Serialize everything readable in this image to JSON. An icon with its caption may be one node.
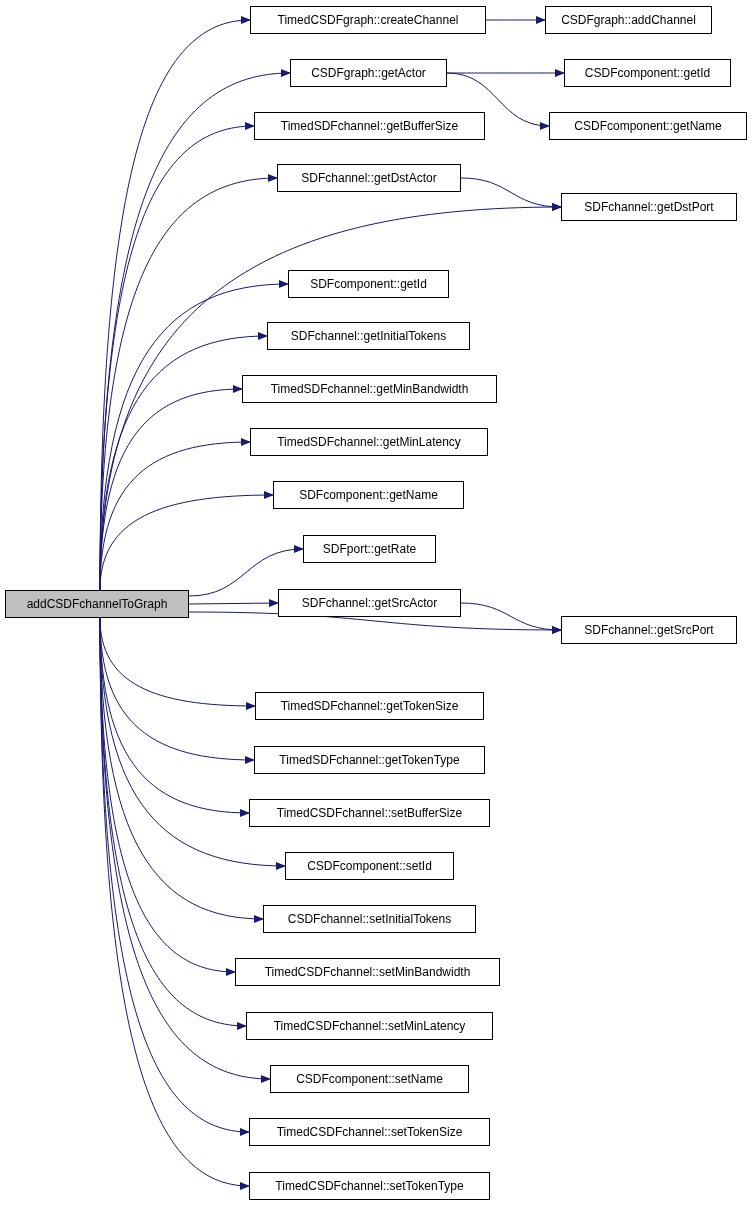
{
  "diagram": {
    "nodes": [
      {
        "text": [
          "addCSDFchannelToGraph"
        ]
      },
      {
        "text": [
          "TimedCSDFgraph::createChannel"
        ]
      },
      {
        "text": [
          "CSDFgraph::addChannel"
        ]
      },
      {
        "text": [
          "CSDFgraph::getActor"
        ]
      },
      {
        "text": [
          "CSDFcomponent::getId"
        ]
      },
      {
        "text": [
          "CSDFcomponent::getName"
        ]
      },
      {
        "text": [
          "TimedSDFchannel::getBufferSize"
        ]
      },
      {
        "text": [
          "SDFchannel::getDstActor"
        ]
      },
      {
        "text": [
          "SDFchannel::getDstPort"
        ]
      },
      {
        "text": [
          "SDFcomponent::getId"
        ]
      },
      {
        "text": [
          "SDFchannel::getInitialTokens"
        ]
      },
      {
        "text": [
          "TimedSDFchannel::getMinBandwidth"
        ]
      },
      {
        "text": [
          "TimedSDFchannel::getMinLatency"
        ]
      },
      {
        "text": [
          "SDFcomponent::getName"
        ]
      },
      {
        "text": [
          "SDFport::getRate"
        ]
      },
      {
        "text": [
          "SDFchannel::getSrcActor"
        ]
      },
      {
        "text": [
          "SDFchannel::getSrcPort"
        ]
      },
      {
        "text": [
          "TimedSDFchannel::getTokenSize"
        ]
      },
      {
        "text": [
          "TimedSDFchannel::getTokenType"
        ]
      },
      {
        "text": [
          "TimedCSDFchannel::setBufferSize"
        ]
      },
      {
        "text": [
          "CSDFcomponent::setId"
        ]
      },
      {
        "text": [
          "CSDFchannel::setInitialTokens"
        ]
      },
      {
        "text": [
          "TimedCSDFchannel::setMinBandwidth"
        ]
      },
      {
        "text": [
          "TimedCSDFchannel::setMinLatency"
        ]
      },
      {
        "text": [
          "CSDFcomponent::setName"
        ]
      },
      {
        "text": [
          "TimedCSDFchannel::setTokenSize"
        ]
      },
      {
        "text": [
          "TimedCSDFchannel::setTokenType"
        ]
      }
    ],
    "edges": [
      {
        "from": 0,
        "to": 1,
        "arrow": "to"
      },
      {
        "from": 1,
        "to": 2,
        "arrow": "to"
      },
      {
        "from": 0,
        "to": 3,
        "arrow": "to"
      },
      {
        "from": 3,
        "to": 4,
        "arrow": "to"
      },
      {
        "from": 3,
        "to": 5,
        "arrow": "to"
      },
      {
        "from": 0,
        "to": 6,
        "arrow": "to"
      },
      {
        "from": 0,
        "to": 7,
        "arrow": "to"
      },
      {
        "from": 7,
        "to": 8,
        "arrow": "to"
      },
      {
        "from": 0,
        "to": 8,
        "arrow": "to"
      },
      {
        "from": 0,
        "to": 9,
        "arrow": "to"
      },
      {
        "from": 0,
        "to": 10,
        "arrow": "to"
      },
      {
        "from": 0,
        "to": 11,
        "arrow": "to"
      },
      {
        "from": 0,
        "to": 12,
        "arrow": "to"
      },
      {
        "from": 0,
        "to": 13,
        "arrow": "to"
      },
      {
        "from": 0,
        "to": 14,
        "arrow": "to"
      },
      {
        "from": 0,
        "to": 15,
        "arrow": "to"
      },
      {
        "from": 15,
        "to": 16,
        "arrow": "to"
      },
      {
        "from": 0,
        "to": 16,
        "arrow": "to"
      },
      {
        "from": 0,
        "to": 17,
        "arrow": "to"
      },
      {
        "from": 0,
        "to": 18,
        "arrow": "to"
      },
      {
        "from": 0,
        "to": 19,
        "arrow": "to"
      },
      {
        "from": 0,
        "to": 20,
        "arrow": "to"
      },
      {
        "from": 0,
        "to": 21,
        "arrow": "to"
      },
      {
        "from": 0,
        "to": 22,
        "arrow": "to"
      },
      {
        "from": 0,
        "to": 23,
        "arrow": "to"
      },
      {
        "from": 0,
        "to": 24,
        "arrow": "to"
      },
      {
        "from": 0,
        "to": 25,
        "arrow": "to"
      },
      {
        "from": 0,
        "to": 26,
        "arrow": "to"
      }
    ]
  }
}
